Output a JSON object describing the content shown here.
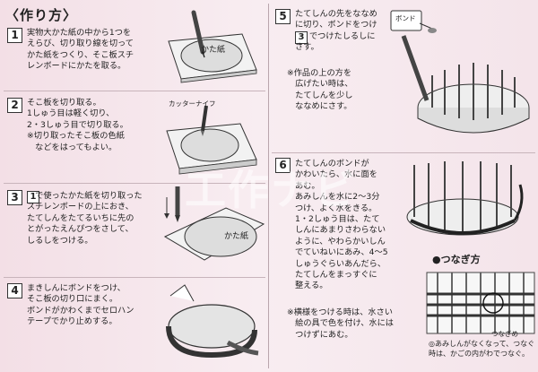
{
  "title": "〈作り方〉",
  "steps": [
    {
      "number": "1",
      "text": "実物大かた紙の中から1つを\nえらび、切り取り線を切って\nかた紙をつくり、そこ板スチ\nレンボードにかたを取る。",
      "label": "かた紙"
    },
    {
      "number": "2",
      "text": "そこ板を切り取る。\n1しゅう目は軽く切り、\n2・3しゅう目で切り取る。\n※切り取ったそこ板の色紙\n　などをはってもよい。",
      "label": "カッターナイフ"
    },
    {
      "number": "3",
      "text_prefix_num": "1",
      "text": "　で使ったかた紙を切り取った\nスチレンボードの上におき、\nたてしんをたてるいちに先の\nとがったえんぴつをさして、\nしるしをつける。",
      "label": "かた紙"
    },
    {
      "number": "4",
      "text": "まきしんにボンドをつけ、\nそこ板の切り口にまく。\nボンドがかわくまでセロハン\nテープでかり止めする。"
    },
    {
      "number": "5",
      "text_line1": "たてしんの先をななめ",
      "text_line2": "に切り、ボンドをつけ",
      "text_line3_num": "3",
      "text_line3": "でつけたしるしに",
      "text_line4": "さす。",
      "note": "※作品の上の方を\n　広げたい時は、\n　たてしんを少し\n　ななめにさす。",
      "label": "ボンド"
    },
    {
      "number": "6",
      "text": "たてしんのボンドが\nかわいたら、水に面を\nあむ。\nあみしんを水に2〜3分\nつけ、よく水をきる。\n1・2しゅう目は、たて\nしんにあまりさわらない\nように、やわらかいしん\nでていねいにあみ、4〜5\nしゅうぐらいあんだら、\nたてしんをまっすぐに\n整える。",
      "note": "※横様をつける時は、水さい\n　絵の具で色を付け、水には\n　つけずにあむ。"
    }
  ],
  "join": {
    "title": "●つなぎ方",
    "label": "つなぎめ",
    "caption": "◎あみしんがなくなって、つなぐ\n時は、かごの内がわでつなぐ。"
  },
  "watermark": "工作ナビ"
}
